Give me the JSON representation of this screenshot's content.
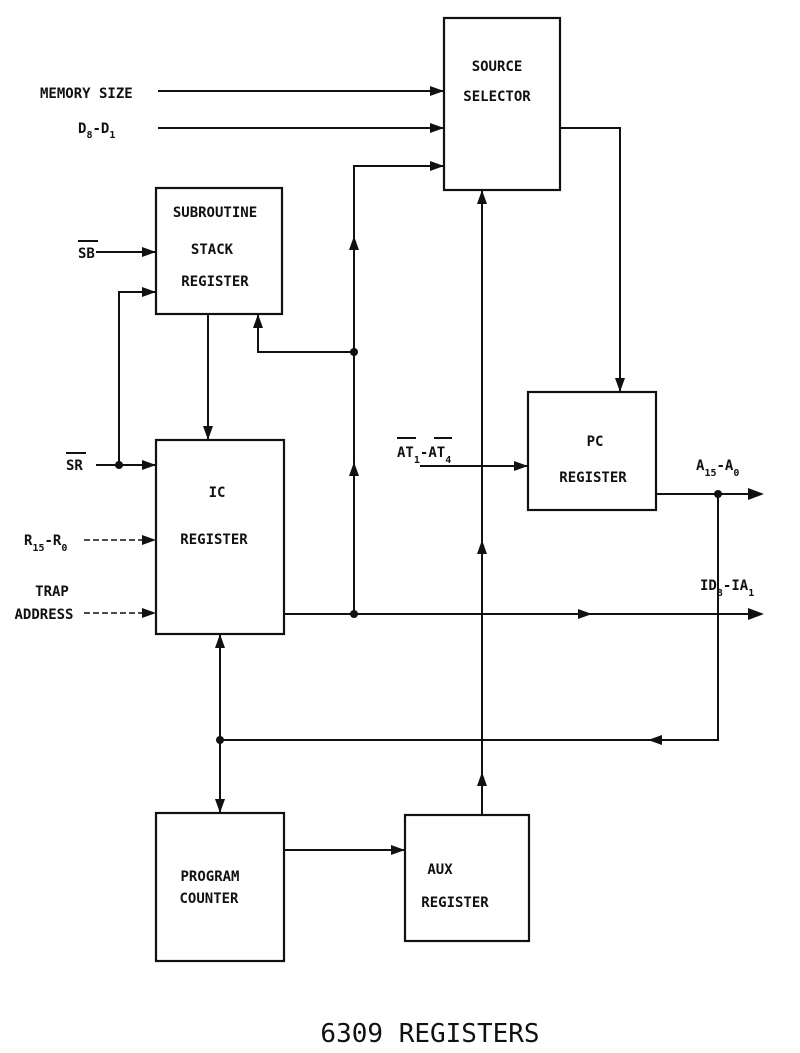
{
  "title": "6309 REGISTERS",
  "blocks": {
    "source_selector": [
      "SOURCE",
      "SELECTOR"
    ],
    "subroutine_stack": [
      "SUBROUTINE",
      "STACK",
      "REGISTER"
    ],
    "ic_register": [
      "IC",
      "REGISTER"
    ],
    "pc_register": [
      "PC",
      "REGISTER"
    ],
    "program_counter": [
      "PROGRAM",
      "COUNTER"
    ],
    "aux_register": [
      "AUX",
      "REGISTER"
    ]
  },
  "signals": {
    "memory_size": "MEMORY SIZE",
    "d_bus": {
      "a": "D",
      "a_sub": "8",
      "sep": "-D",
      "b_sub": "1"
    },
    "sb": "SB",
    "sr": "SR",
    "r_bus": {
      "a": "R",
      "a_sub": "15",
      "sep": "-R",
      "b_sub": "0"
    },
    "trap": [
      "TRAP",
      "ADDRESS"
    ],
    "at_bus": {
      "a": "AT",
      "a_sub": "1",
      "sep": "-AT",
      "b_sub": "4"
    },
    "a_bus": {
      "a": "A",
      "a_sub": "15",
      "sep": "-A",
      "b_sub": "0"
    },
    "id_bus": {
      "a": "ID",
      "a_sub": "8",
      "sep": "-IA",
      "b_sub": "1"
    }
  }
}
